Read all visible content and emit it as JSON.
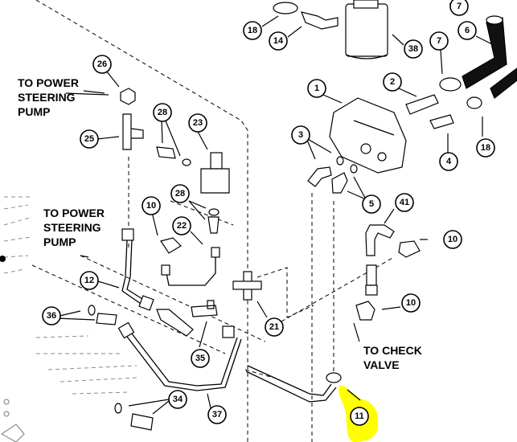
{
  "diagram": {
    "title": "Hydraulic pump and steering line exploded parts diagram",
    "highlight_color": "#ffff00",
    "highlighted_callout": "11",
    "notes": [
      {
        "id": "note-power-steering-1",
        "text": "TO POWER\nSTEERING\nPUMP"
      },
      {
        "id": "note-power-steering-2",
        "text": "TO POWER\nSTEERING\nPUMP"
      },
      {
        "id": "note-check-valve",
        "text": "TO CHECK\nVALVE"
      }
    ],
    "callouts": [
      {
        "label": "18",
        "part": "hose clamp"
      },
      {
        "label": "14",
        "part": "elbow fitting"
      },
      {
        "label": "38",
        "part": "filter"
      },
      {
        "label": "7",
        "part": "hose clamp"
      },
      {
        "label": "7",
        "part": "hose clamp"
      },
      {
        "label": "6",
        "part": "hose"
      },
      {
        "label": "1",
        "part": "hydraulic pump"
      },
      {
        "label": "2",
        "part": "hose barb fitting"
      },
      {
        "label": "18",
        "part": "hose clamp"
      },
      {
        "label": "4",
        "part": "hose barb fitting"
      },
      {
        "label": "3",
        "part": "elbow fitting and o-ring"
      },
      {
        "label": "5",
        "part": "elbow fitting and o-ring"
      },
      {
        "label": "26",
        "part": "cap nut"
      },
      {
        "label": "25",
        "part": "tee fitting"
      },
      {
        "label": "28",
        "part": "adapter and o-ring"
      },
      {
        "label": "23",
        "part": "valve block"
      },
      {
        "label": "28",
        "part": "adapter and o-ring"
      },
      {
        "label": "22",
        "part": "tube"
      },
      {
        "label": "10",
        "part": "elbow"
      },
      {
        "label": "12",
        "part": "tube"
      },
      {
        "label": "21",
        "part": "cross fitting"
      },
      {
        "label": "41",
        "part": "hose"
      },
      {
        "label": "10",
        "part": "elbow"
      },
      {
        "label": "10",
        "part": "elbow"
      },
      {
        "label": "36",
        "part": "adapter and o-ring"
      },
      {
        "label": "35",
        "part": "tee fitting"
      },
      {
        "label": "37",
        "part": "tube"
      },
      {
        "label": "34",
        "part": "adapter and o-ring"
      },
      {
        "label": "11",
        "part": "tube"
      }
    ]
  }
}
